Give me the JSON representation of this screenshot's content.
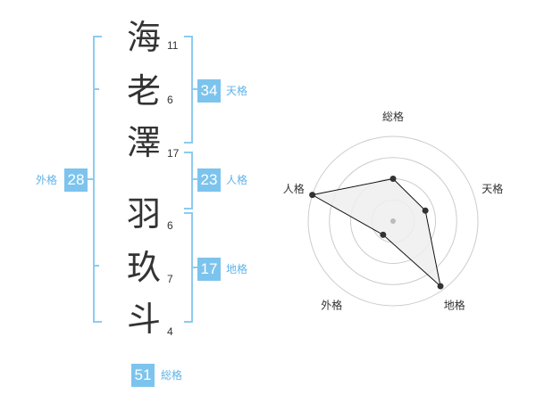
{
  "surname": [
    {
      "char": "海",
      "strokes": "11"
    },
    {
      "char": "老",
      "strokes": "6"
    },
    {
      "char": "澤",
      "strokes": "17"
    }
  ],
  "given": [
    {
      "char": "羽",
      "strokes": "6"
    },
    {
      "char": "玖",
      "strokes": "7"
    },
    {
      "char": "斗",
      "strokes": "4"
    }
  ],
  "scores": {
    "tenkaku": {
      "value": "34",
      "label": "天格"
    },
    "jinkaku": {
      "value": "23",
      "label": "人格"
    },
    "chikaku": {
      "value": "17",
      "label": "地格"
    },
    "gaikaku": {
      "value": "28",
      "label": "外格"
    },
    "soukaku": {
      "value": "51",
      "label": "総格"
    }
  },
  "chart_data": {
    "type": "radar",
    "axes": [
      "総格",
      "天格",
      "地格",
      "外格",
      "人格"
    ],
    "values": [
      0.5,
      0.4,
      0.95,
      0.2,
      1.0
    ],
    "rings": 4,
    "colors": {
      "fill": "#eeeeee",
      "line": "#111111",
      "grid": "#cccccc",
      "center": "#bbbbbb"
    }
  }
}
